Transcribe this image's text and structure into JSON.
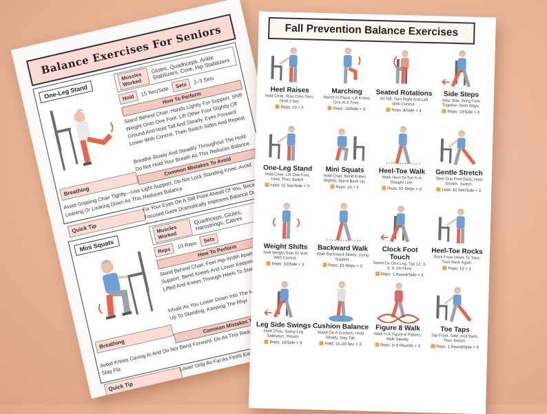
{
  "left_sheet": {
    "title": "Balance Exercises For Seniors",
    "exercises": [
      {
        "name": "One-Leg Stand",
        "muscles_label": "Muscles Worked",
        "muscles": "Glutes, Quadriceps, Ankle Stabilizers, Core, Hip Stabilizers",
        "hold_label": "Hold",
        "hold_value": "15 Sec/Side",
        "sets_label": "Sets",
        "sets_value": "2–3 Sets",
        "how_label": "How To Perform",
        "how_text": "Stand Behind Chair, Hands Lightly For Support. Shift Weight Onto One Foot. Lift Other Foot Slightly Off Ground And Hold Tall And Steady. Eyes Forward. Lower With Control. Then Switch Sides And Repeat.",
        "breathing_label": "Breathing",
        "breathing_text": "Breathe Slowly And Steadily Throughout The Hold. Do Not Hold Your Breath As This Reduces Balance.",
        "mistakes_label": "Common Mistakes To Avoid",
        "mistakes_text": "Avoid Gripping Chair Tightly—Use Light Support. Do Not Lock Standing Knee. Avoid Leaning Or Looking Down As This Reduces Balance.",
        "tip_label": "Quick Tip",
        "tip_text": "Fix Your Eyes On A Still Point Ahead Of You, Because A Focused Gaze Dramatically Improves Balance During Single-Leg"
      },
      {
        "name": "Mini Squats",
        "muscles_label": "Muscles Worked",
        "muscles": "Quadriceps, Glutes, Hamstrings, Calves",
        "hold_label": "Reps",
        "hold_value": "10 Reps",
        "sets_label": "Sets",
        "sets_value": "",
        "how_label": "How To Perform",
        "how_text": "Stand Behind Chair, Feet Hip-Width Apart For Support. Bend Knees And Lower Keeping Chest Lifted And Knees Through Heels To Stand Tall Ag",
        "breathing_label": "Breathing",
        "breathing_text": "Inhale As You Lower Down Into The Mini Squ Back Up To Standing, Keeping The Rhyt",
        "mistakes_label": "Common Mistakes To Avo",
        "mistakes_text": "Avoid Knees Caving In And Do Not Bend Forward. Do As This Reduces Balance And Stay Fla",
        "tip_label": "Quick Tip",
        "tip_text": "Lower Only As Far As Feels Easy More Than Dep"
      }
    ]
  },
  "right_sheet": {
    "title": "Fall Prevention Balance Exercises",
    "exercises": [
      {
        "name": "Heel Raises",
        "desc": "Hold Chair, Rise Onto Toes, Hold 3 Sec",
        "reps": "Reps: 10 × 3",
        "pose": "chair"
      },
      {
        "name": "Marching",
        "desc": "March In Place, Lift Knees One At A Time.",
        "reps": "Reps: 10/Side × 3",
        "pose": "march"
      },
      {
        "name": "Seated Rotations",
        "desc": "Sit Tall, Turn Right And Left With Control.",
        "reps": "Reps: 8/Side × 3",
        "pose": "seated"
      },
      {
        "name": "Side Steps",
        "desc": "Step Side, Bring Feet Together, Both Ways.",
        "reps": "Reps: 10/Side × 3",
        "pose": "side"
      },
      {
        "name": "One-Leg Stand",
        "desc": "Hold Chair, Lift One Foot, Hold, Then Switch",
        "reps": "Hold: 15 Sec/Side × 3",
        "pose": "chair"
      },
      {
        "name": "Mini Squats",
        "desc": "Hold Chair, Bend Knees Slightly, Stand Back Up.",
        "reps": "Reps: 10 × 3",
        "pose": "squat"
      },
      {
        "name": "Heel-Toe Walk",
        "desc": "Walk Heel-To-Toe In A Straight Line.",
        "reps": "Reps: 10 Steps × 3",
        "pose": "walk"
      },
      {
        "name": "Gentle Stretch",
        "desc": "Step One Foot Back, Hold Stretch, Switch.",
        "reps": "Hold: 10 Sec/Side × 3",
        "pose": "stretch"
      },
      {
        "name": "Weight Shifts",
        "desc": "Shift Weight Side To Side With Control.",
        "reps": "Reps: 10/Side × 3",
        "pose": "stand"
      },
      {
        "name": "Backward Walk",
        "desc": "Walk Backward Slowly, Using Support.",
        "reps": "Reps: 10 Steps × 3",
        "pose": "walk"
      },
      {
        "name": "Clock Foot Touch",
        "desc": "Stand On One Leg, Tap 12, 3, 6, 9, On Floor",
        "reps": "Reps: 1 Round/Side × 3",
        "pose": "side"
      },
      {
        "name": "Heel-Toe Rocks",
        "desc": "Rock From Heels To Toes, Then Back Again.",
        "reps": "Reps: 10 × 3",
        "pose": "chair"
      },
      {
        "name": "Leg Side Swings",
        "desc": "Hold Chair, Swing Leg Sideways, Return.",
        "reps": "Reps: 10/Side × 3",
        "pose": "side"
      },
      {
        "name": "Cushion Balance",
        "desc": "Stand On A Cushion, Hold Steady, Stay Tall.",
        "reps": "Hold: 15–20 Sec × 3",
        "pose": "cushion"
      },
      {
        "name": "Figure 8 Walk",
        "desc": "Walk In A Figure-8 Pattern, Walk Steady.",
        "reps": "Reps: 5–5 Rounds × 3",
        "pose": "figure8"
      },
      {
        "name": "Toe Taps",
        "desc": "Tap Front, Side, And Back, Then Switch.",
        "reps": "Reps: 1 Round/Side × 3",
        "pose": "stretch"
      }
    ]
  },
  "colors": {
    "background": "#e8b497",
    "accent_pink": "#fcdcd5",
    "muscle_red": "#e8664e",
    "shirt_blue": "#6f9fd0",
    "pants_grey": "#9aa3ad"
  }
}
